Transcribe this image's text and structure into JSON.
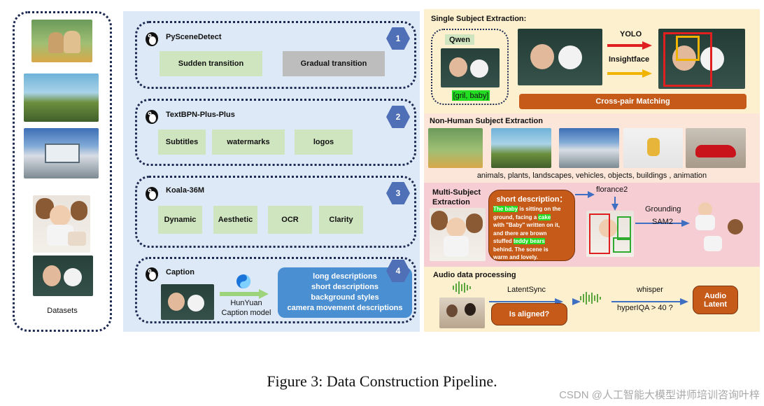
{
  "datasets": {
    "label": "Datasets"
  },
  "stages": [
    {
      "number": "1",
      "title": "PySceneDetect",
      "items": [
        "Sudden transition",
        "Gradual transition"
      ]
    },
    {
      "number": "2",
      "title": "TextBPN-Plus-Plus",
      "items": [
        "Subtitles",
        "watermarks",
        "logos"
      ]
    },
    {
      "number": "3",
      "title": "Koala-36M",
      "items": [
        "Dynamic",
        "Aesthetic",
        "OCR",
        "Clarity"
      ]
    },
    {
      "number": "4",
      "title": "Caption",
      "model_line1": "HunYuan",
      "model_line2": "Caption model",
      "outputs": [
        "long descriptions",
        "short descriptions",
        "background styles",
        "camera movement descriptions"
      ]
    }
  ],
  "single_subject": {
    "title": "Single Subject Extraction:",
    "qwen_label": "Qwen",
    "tags": "[gril, baby]",
    "yolo": "YOLO",
    "insightface": "Insightface",
    "cross_pair": "Cross-pair Matching"
  },
  "non_human": {
    "title": "Non-Human Subject Extraction",
    "categories": "animals, plants, landscapes, vehicles, objects, buildings , animation"
  },
  "multi_subject": {
    "title_line1": "Multi-Subject",
    "title_line2": "Extraction",
    "short_desc_title": "short description：",
    "text_lines": [
      [
        "The baby",
        " is sitting on the"
      ],
      [
        "ground, facing a ",
        "cake"
      ],
      [
        "with \"Baby\" written on it,"
      ],
      [
        "and there are brown"
      ],
      [
        "stuffed ",
        "teddy bears"
      ],
      [
        "behind. The scene is"
      ],
      [
        "warm and lovely."
      ]
    ],
    "florance": "florance2",
    "grounding": "Grounding",
    "sam": "SAM2"
  },
  "audio": {
    "title": "Audio data processing",
    "latentsync": "LatentSync",
    "aligned": "Is aligned?",
    "whisper": "whisper",
    "hyperiqa": "hyperIQA > 40 ?",
    "latent_line1": "Audio",
    "latent_line2": "Latent"
  },
  "caption": "Figure 3: Data Construction Pipeline.",
  "watermark": "CSDN @人工智能大模型讲师培训咨询叶梓",
  "colors": {
    "stage_bg": "#dde9f6",
    "green": "#cfe5bf",
    "gray": "#bdbdbd",
    "hex_blue": "#4f6fb7",
    "caption_blue": "#4b8fd3",
    "orange": "#c55a19",
    "single_bg": "#fdf0cf",
    "nonhuman_bg": "#fbe6d9",
    "multi_bg": "#f6cdd2",
    "audio_bg": "#fdf0cf",
    "highlight": "#22dd22"
  }
}
